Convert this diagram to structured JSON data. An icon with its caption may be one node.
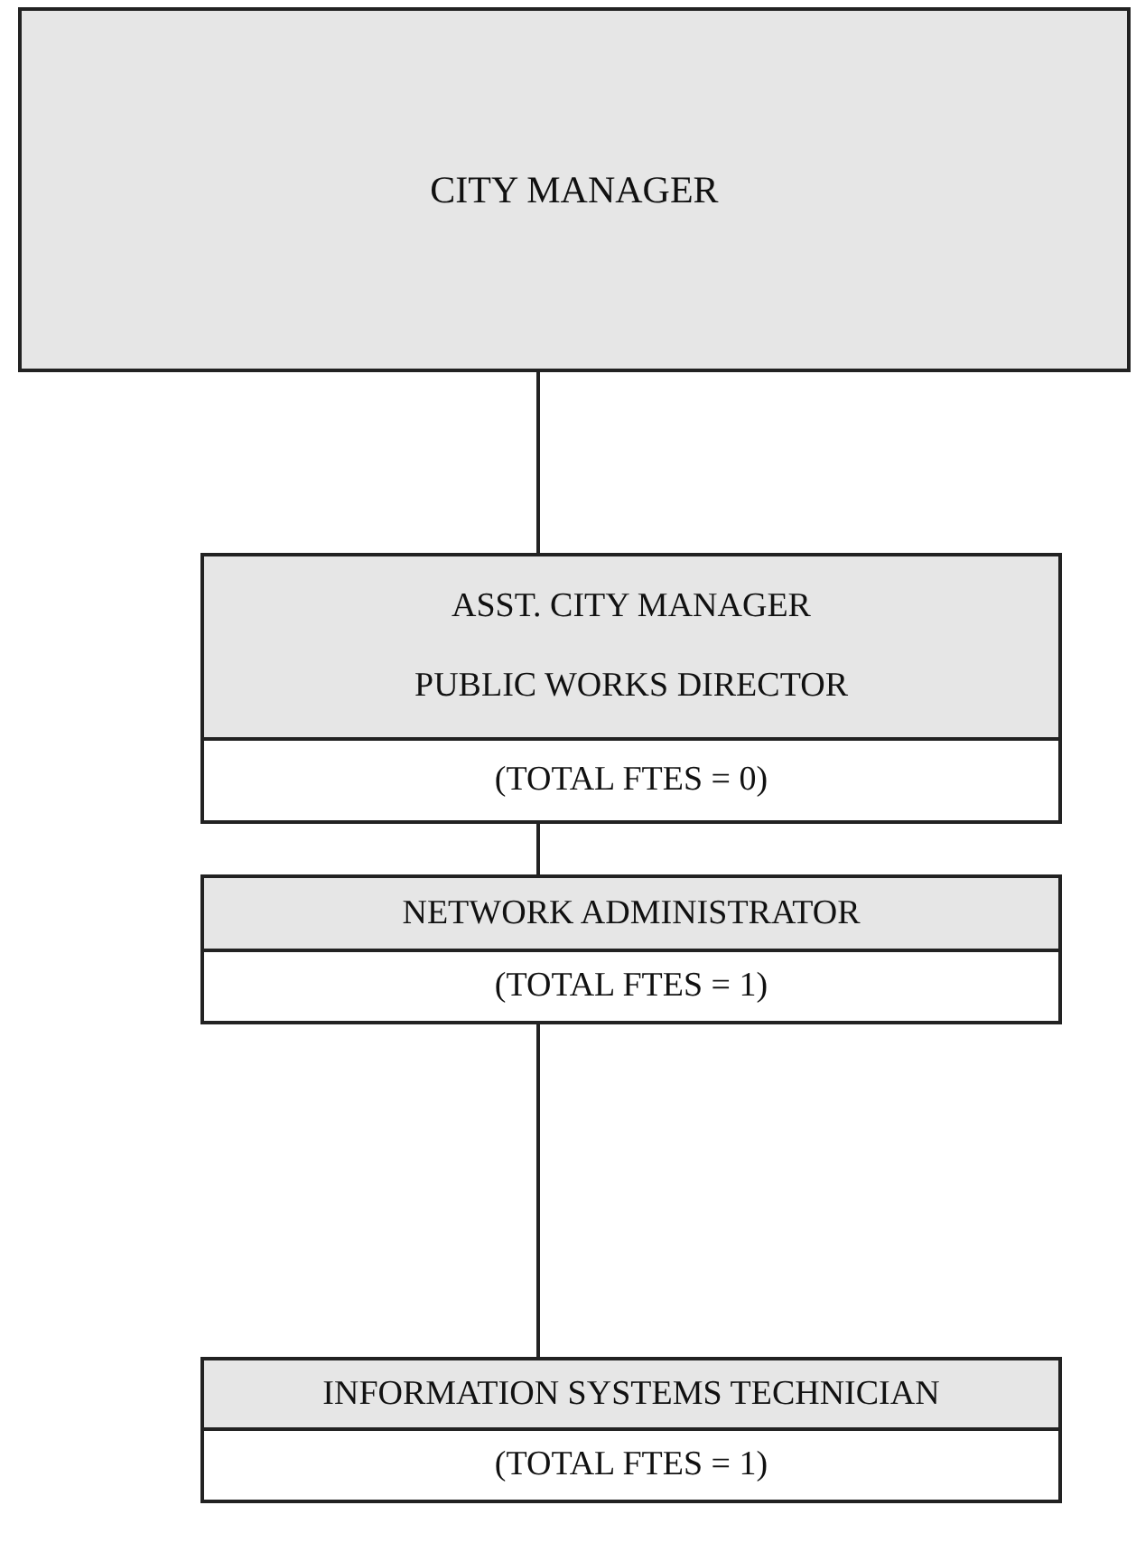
{
  "diagram": {
    "nodes": [
      {
        "text": [
          "CITY MANAGER"
        ]
      },
      {
        "text": [
          "ASST. CITY MANAGER",
          "PUBLIC WORKS DIRECTOR",
          "(TOTAL FTES = 0)"
        ]
      },
      {
        "text": [
          "NETWORK ADMINISTRATOR",
          "(TOTAL FTES = 1)"
        ]
      },
      {
        "text": [
          "INFORMATION SYSTEMS TECHNICIAN",
          "(TOTAL FTES = 1)"
        ]
      }
    ],
    "edges": [
      {
        "from": 0,
        "to": 1,
        "arrow": "none"
      },
      {
        "from": 1,
        "to": 2,
        "arrow": "none"
      },
      {
        "from": 2,
        "to": 3,
        "arrow": "none"
      }
    ]
  }
}
